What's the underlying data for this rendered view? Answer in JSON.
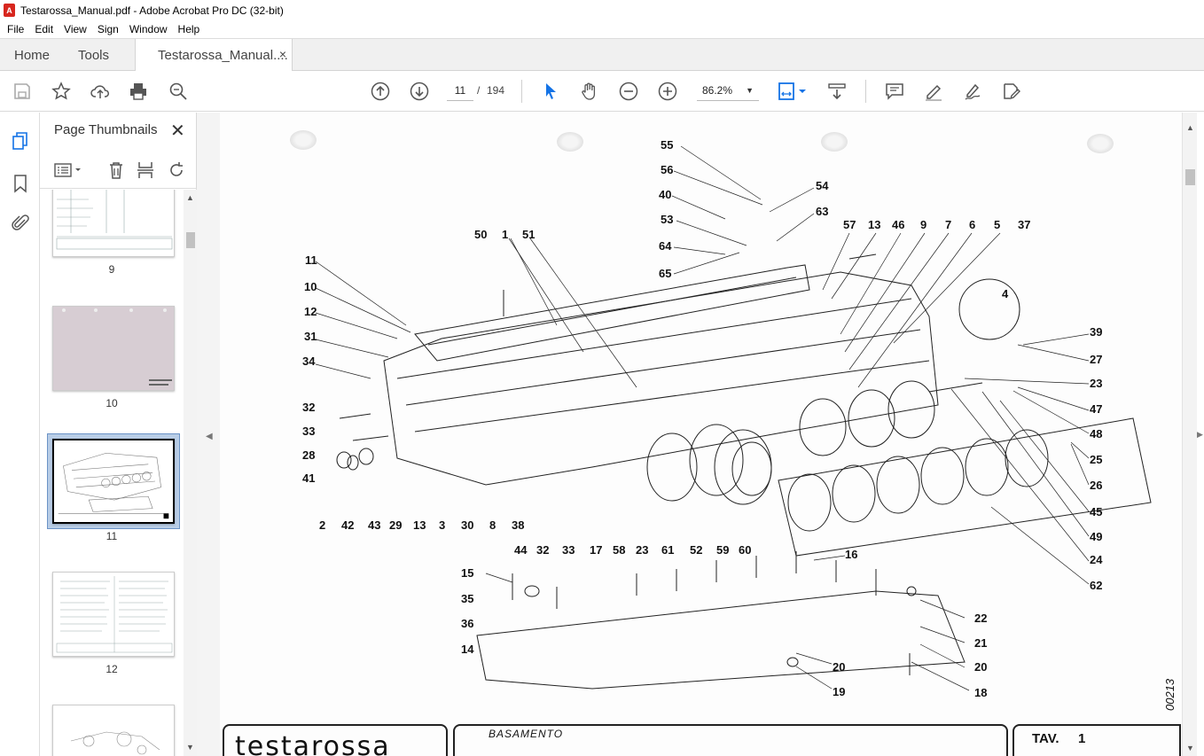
{
  "window": {
    "title": "Testarossa_Manual.pdf - Adobe Acrobat Pro DC (32-bit)"
  },
  "menu": [
    "File",
    "Edit",
    "View",
    "Sign",
    "Window",
    "Help"
  ],
  "tabs": {
    "home": "Home",
    "tools": "Tools",
    "document": "Testarossa_Manual....",
    "close": "×"
  },
  "toolbar": {
    "current_page": "11",
    "page_separator": "/",
    "total_pages": "194",
    "zoom": "86.2%"
  },
  "thumbnails_panel": {
    "title": "Page Thumbnails",
    "close": "✕",
    "pages": [
      {
        "label": "9"
      },
      {
        "label": "10"
      },
      {
        "label": "11",
        "selected": true
      },
      {
        "label": "12"
      }
    ]
  },
  "drawing": {
    "part_numbers": [
      "55",
      "56",
      "40",
      "54",
      "53",
      "63",
      "64",
      "65",
      "50",
      "1",
      "51",
      "57",
      "13",
      "46",
      "9",
      "7",
      "6",
      "5",
      "37",
      "11",
      "10",
      "12",
      "31",
      "34",
      "32",
      "33",
      "28",
      "41",
      "2",
      "42",
      "43",
      "29",
      "13",
      "3",
      "30",
      "8",
      "38",
      "44",
      "32",
      "33",
      "17",
      "58",
      "23",
      "61",
      "52",
      "59",
      "60",
      "4",
      "39",
      "27",
      "23",
      "47",
      "48",
      "25",
      "26",
      "45",
      "49",
      "24",
      "62",
      "16",
      "15",
      "35",
      "36",
      "14",
      "22",
      "21",
      "20",
      "20",
      "19",
      "18"
    ],
    "drawing_code": "00213",
    "brand": "testarossa",
    "section_title": "BASAMENTO",
    "table_label": "TAV.",
    "table_number": "1"
  },
  "colors": {
    "accent": "#1473e6",
    "selection": "#b8cde6",
    "brand_red": "#d7261e"
  }
}
